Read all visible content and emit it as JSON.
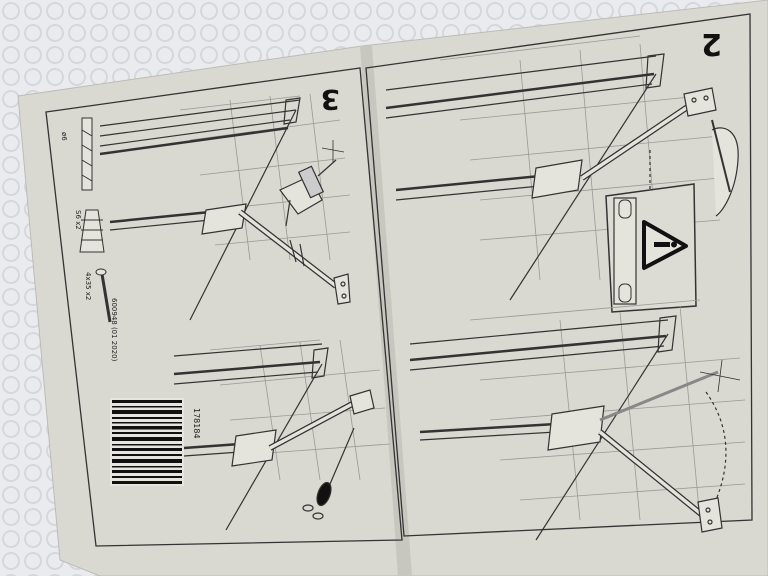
{
  "instruction_sheet": {
    "step_numbers": [
      "3",
      "2"
    ],
    "parts": [
      {
        "icon": "dowel-icon",
        "label": "ø6"
      },
      {
        "icon": "wall-plug-icon",
        "label": "S6 x2"
      },
      {
        "icon": "screw-icon",
        "label": "4x35 x2"
      }
    ],
    "part_number": "600948 (01 2020)",
    "barcode_number": "178184",
    "warning_icon": "warning-triangle-icon",
    "level_icon": "spirit-level-icon"
  },
  "colors": {
    "paper": "#d9d8d1",
    "ink": "#2a2a2a",
    "background": "#e9ebee"
  }
}
